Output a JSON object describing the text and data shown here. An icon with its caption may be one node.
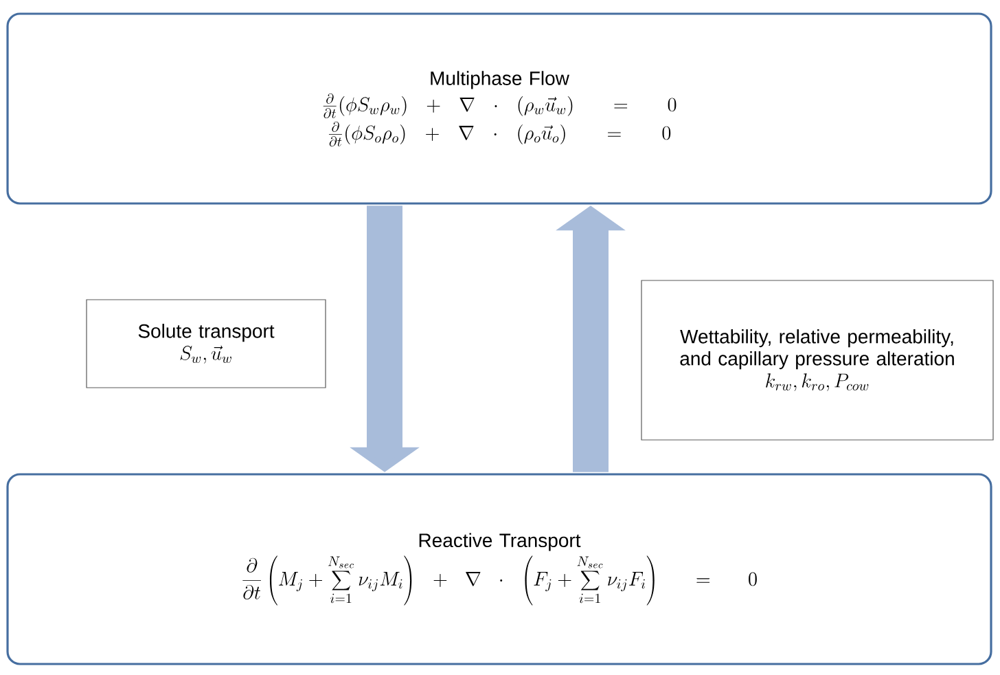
{
  "diagram": {
    "nodes": [
      {
        "text": [
          "Multiphase Flow",
          "\\frac{\\partial}{\\partial t}(\\phi S_w \\rho_w) + \\nabla \\cdot (\\rho_w \\vec{u}_w) = 0",
          "\\frac{\\partial}{\\partial t}(\\phi S_o \\rho_o) + \\nabla \\cdot (\\rho_o \\vec{u}_o) = 0"
        ]
      },
      {
        "text": [
          "Reactive Transport",
          "\\frac{\\partial}{\\partial t}\\left(M_j + \\sum_{i=1}^{N_{sec}} \\nu_{ij} M_i\\right) + \\nabla \\cdot \\left(F_j + \\sum_{i=1}^{N_{sec}} \\nu_{ij} F_i\\right) = 0"
        ]
      },
      {
        "text": [
          "Solute transport",
          "S_w, \\vec{u}_w"
        ]
      },
      {
        "text": [
          "Wettability, relative permeability, and capillary pressure alteration",
          "k_{rw}, k_{ro}, P_{cow}"
        ]
      }
    ],
    "edges": [
      {
        "from": 0,
        "to": 1,
        "arrow": "to"
      },
      {
        "from": 1,
        "to": 0,
        "arrow": "to"
      }
    ]
  }
}
